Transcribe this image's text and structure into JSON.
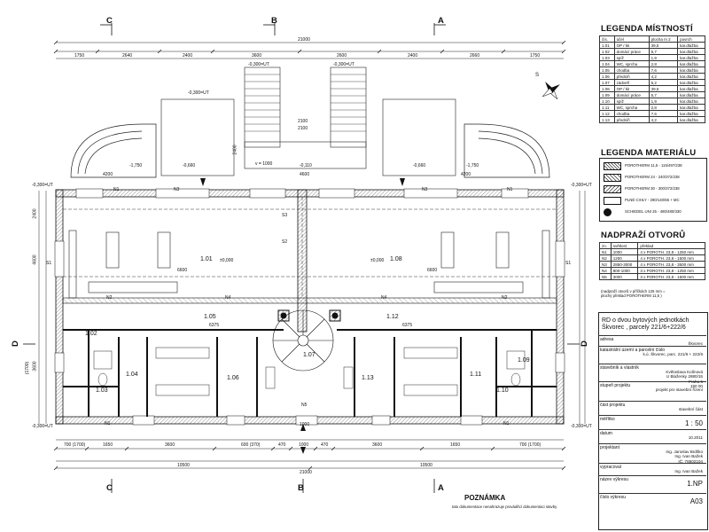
{
  "sections": {
    "c": "C",
    "b": "B",
    "a": "A",
    "d": "D"
  },
  "dims": {
    "total": "21000",
    "top": [
      "1750",
      "2640",
      "2400",
      "3600",
      "2600",
      "2400",
      "2660",
      "1750"
    ],
    "bottom": [
      "700 (1700)",
      "1650",
      "3600",
      "600 (370)",
      "470",
      "1000",
      "470",
      "3600",
      "1650",
      "700 (1700)"
    ],
    "halves": [
      "10500",
      "10500"
    ],
    "side": [
      "2400",
      "4600",
      "3600",
      "(1700)"
    ],
    "misc": [
      "4200",
      "4600",
      "4200",
      "2100",
      "2400",
      "2100",
      "6600",
      "6600",
      "6375",
      "6375",
      "1000"
    ]
  },
  "levels": [
    "-0,300=UT",
    "-0,300=UT",
    "-0,300=UT",
    "-0,300=UT",
    "-0,300=UT",
    "-0,300=UT",
    "-0,300=UT",
    "-1,750",
    "-0,660",
    "-0,110",
    "-0,660",
    "-1,750",
    "±0,000",
    "±0,000",
    "v = 1000"
  ],
  "rooms": [
    "1.01",
    "1.08",
    "1.02",
    "1.05",
    "1.07",
    "1.12",
    "1.09",
    "1.03",
    "1.04",
    "1.06",
    "1.13",
    "1.11",
    "1.10"
  ],
  "wall_marks": [
    "N1",
    "N3",
    "N3",
    "N1",
    "S1",
    "S2",
    "S3",
    "S1",
    "N2",
    "N2",
    "N4",
    "N4",
    "N5",
    "N1",
    "N1"
  ],
  "compass": {
    "north": "S"
  },
  "legend_rooms": {
    "title": "LEGENDA MÍSTNOSTÍ",
    "headers": [
      "čís.",
      "účel",
      "plocha m 2",
      "povrch"
    ],
    "rows": [
      [
        "1.01",
        "OP / kk",
        "39,5",
        "kar.dlažba"
      ],
      [
        "1.02",
        "domácí práce",
        "5,7",
        "kar.dlažba"
      ],
      [
        "1.03",
        "spíž",
        "1,9",
        "kar.dlažba"
      ],
      [
        "1.04",
        "WC, sprcha",
        "2,8",
        "kar.dlažba"
      ],
      [
        "1.05",
        "chodba",
        "7,6",
        "kar.dlažba"
      ],
      [
        "1.06",
        "předsíň",
        "4,2",
        "kar.dlažba"
      ],
      [
        "1.07",
        "zádveří",
        "5,2",
        "kar.dlažba"
      ],
      [
        "1.08",
        "OP / kk",
        "39,5",
        "kar.dlažba"
      ],
      [
        "1.09",
        "domácí práce",
        "5,7",
        "kar.dlažba"
      ],
      [
        "1.10",
        "spíž",
        "1,9",
        "kar.dlažba"
      ],
      [
        "1.11",
        "WC, sprcha",
        "2,8",
        "kar.dlažba"
      ],
      [
        "1.12",
        "chodba",
        "7,6",
        "kar.dlažba"
      ],
      [
        "1.13",
        "předsíň",
        "4,2",
        "kar.dlažba"
      ]
    ]
  },
  "legend_materials": {
    "title": "LEGENDA MATERIÁLU",
    "items": [
      "POROTHERM 11,5 - 115/497/238",
      "POROTHERM 24 - 240/372/238",
      "POROTHERM 30 - 300/372/238",
      "PLNÉ CIHLY - 290/140/65 + MC",
      "SCHIEDEL UNI 25 - 480/480/330"
    ]
  },
  "lintels": {
    "title": "NADPRAŽÍ OTVORŮ",
    "headers": [
      "zn.",
      "světlost",
      "překlad"
    ],
    "rows": [
      [
        "N1",
        "1000",
        "4 x POROTH. 23,8 - 1250 mm"
      ],
      [
        "N2",
        "1200",
        "4 x POROTH. 23,8 - 1500 mm"
      ],
      [
        "N3",
        "2850-3000",
        "4 x POROTH. 23,8 - 3500 mm"
      ],
      [
        "N4",
        "800-1000",
        "3 x POROTH. 23,8 - 1250 mm"
      ],
      [
        "N5",
        "3000",
        "3 x POROTH. 23,8 - 1500 mm"
      ]
    ],
    "notes": [
      "(nadpraží otvorů v příčkách 125 mm = ",
      "plochý překlad POROTHERM 11,5 )"
    ]
  },
  "title_block": {
    "project_title": [
      "RD o dvou bytových jednotkách",
      "Škvorec , parcely  221/6+222/6"
    ],
    "rows": [
      {
        "label": "adresa",
        "value": "Škvorec"
      },
      {
        "label": "katastrální území a parcelní číslo",
        "value": "k.ú. Škvorec, parc. 221/6 + 222/6"
      },
      {
        "label": "stavebník a vlastník",
        "value": "Květoslava Kolínová\nU Blaženky 2880/15\nPraha 5\n150 00"
      },
      {
        "label": "stupeň projektu",
        "value": "projekt pro stavební řízení"
      },
      {
        "label": "část projektu",
        "value": "stavební část"
      },
      {
        "label": "měřítko",
        "value": "1 : 50"
      },
      {
        "label": "datum",
        "value": "10.2011"
      },
      {
        "label": "projektant",
        "value": "Ing. Jaroslav Brdlíko\nIng. Ivan Bažek\nIČ: 76502104"
      },
      {
        "label": "vypracoval",
        "value": "Ing. Ivan Bažek"
      },
      {
        "label": "název výkresu",
        "value": "1.NP"
      },
      {
        "label": "číslo výkresu",
        "value": "A03"
      }
    ]
  },
  "note": {
    "title": "POZNÁMKA",
    "text": "tato dokumentace nenahrazuje prováděcí dokumentaci stavby"
  }
}
